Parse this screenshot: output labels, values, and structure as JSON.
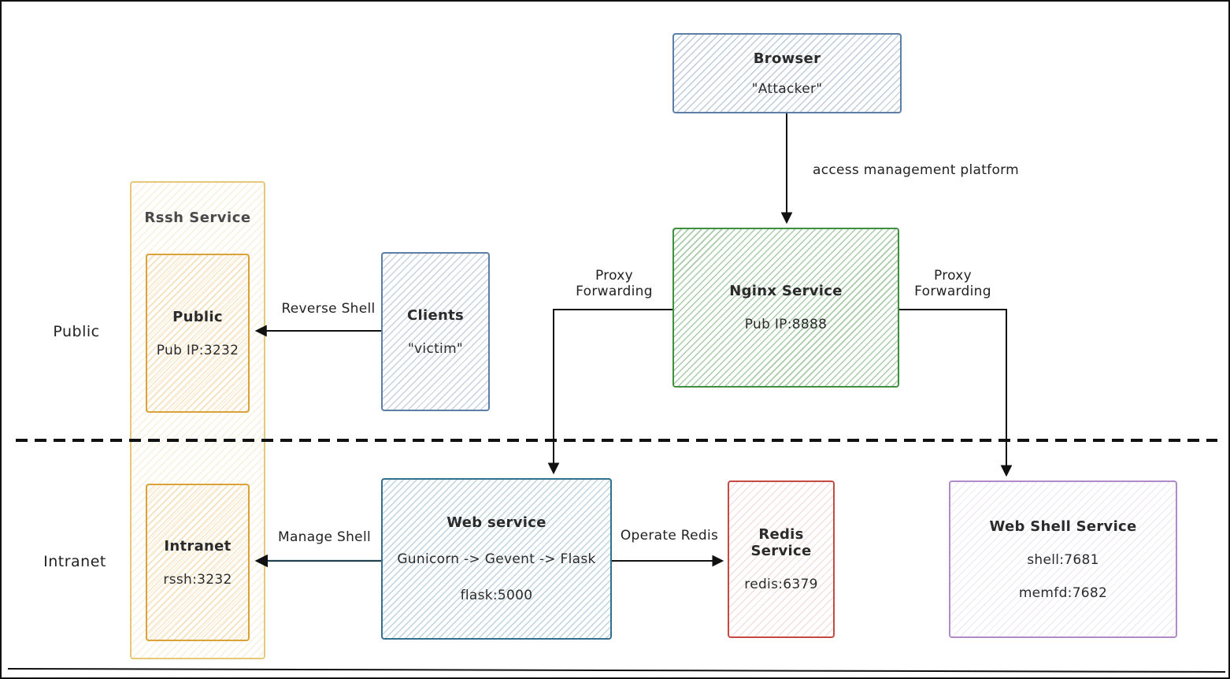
{
  "regions": {
    "public": "Public",
    "intranet": "Intranet"
  },
  "nodes": {
    "browser": {
      "title": "Browser",
      "subtitle": "\"Attacker\""
    },
    "nginx": {
      "title": "Nginx Service",
      "subtitle": "Pub IP:8888"
    },
    "rssh": {
      "title": "Rssh Service"
    },
    "rssh_public": {
      "title": "Public",
      "subtitle": "Pub IP:3232"
    },
    "rssh_intranet": {
      "title": "Intranet",
      "subtitle": "rssh:3232"
    },
    "clients": {
      "title": "Clients",
      "subtitle": "\"victim\""
    },
    "web_service": {
      "title": "Web service",
      "stack": "Gunicorn -> Gevent -> Flask",
      "port": "flask:5000"
    },
    "redis": {
      "title": "Redis Service",
      "port": "redis:6379"
    },
    "web_shell": {
      "title": "Web Shell Service",
      "port1": "shell:7681",
      "port2": "memfd:7682"
    }
  },
  "edges": {
    "access_platform": "access management platform",
    "proxy_forwarding_left": "Proxy\nForwarding",
    "proxy_forwarding_right": "Proxy\nForwarding",
    "reverse_shell": "Reverse Shell",
    "manage_shell": "Manage Shell",
    "operate_redis": "Operate Redis"
  },
  "colors": {
    "browser_border": "#5b7fa6",
    "nginx_border": "#3f8f3f",
    "rssh_border": "#e6c878",
    "rssh_inner_border": "#dba23a",
    "clients_border": "#5b7fa6",
    "web_border": "#33708e",
    "redis_border": "#c74a42",
    "web_shell_border": "#b08bc9",
    "arrow": "#111111"
  }
}
